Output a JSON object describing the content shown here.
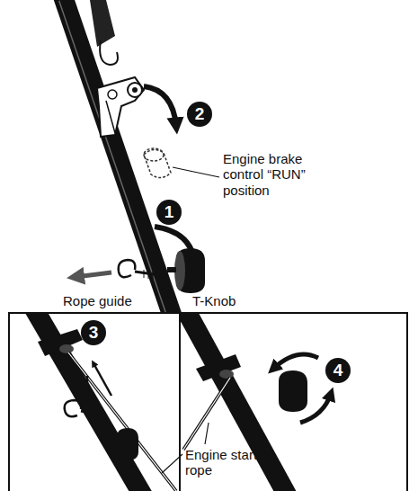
{
  "diagram": {
    "labels": [
      "2",
      "Engine brake control “RUN” position",
      "1",
      "Rope guide",
      "T-Knob",
      "3",
      "4",
      "Engine starter rope"
    ]
  }
}
